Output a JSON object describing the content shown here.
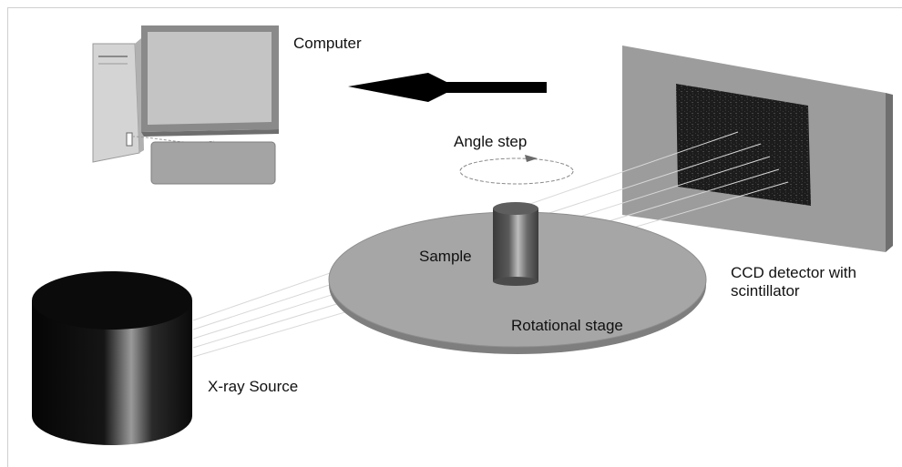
{
  "labels": {
    "computer": "Computer",
    "angle_step": "Angle step",
    "sample": "Sample",
    "ccd_detector": "CCD detector with scintillator",
    "rotational_stage": "Rotational stage",
    "xray_source": "X-ray Source"
  },
  "colors": {
    "background": "#ffffff",
    "stage_top": "#a6a6a6",
    "stage_edge": "#7e7e7e",
    "detector_panel": "#9c9c9c",
    "detector_side": "#6f6f6f",
    "detector_sensor": "#1c1c1c",
    "source_body": "#111111",
    "arrow": "#000000",
    "monitor_frame": "#8a8a8a",
    "monitor_screen": "#c4c4c4",
    "beam": "#d8d8d8"
  },
  "icons": {
    "computer": "desktop-computer-icon",
    "arrow": "data-transfer-arrow",
    "rotation": "rotation-arrow-icon"
  }
}
